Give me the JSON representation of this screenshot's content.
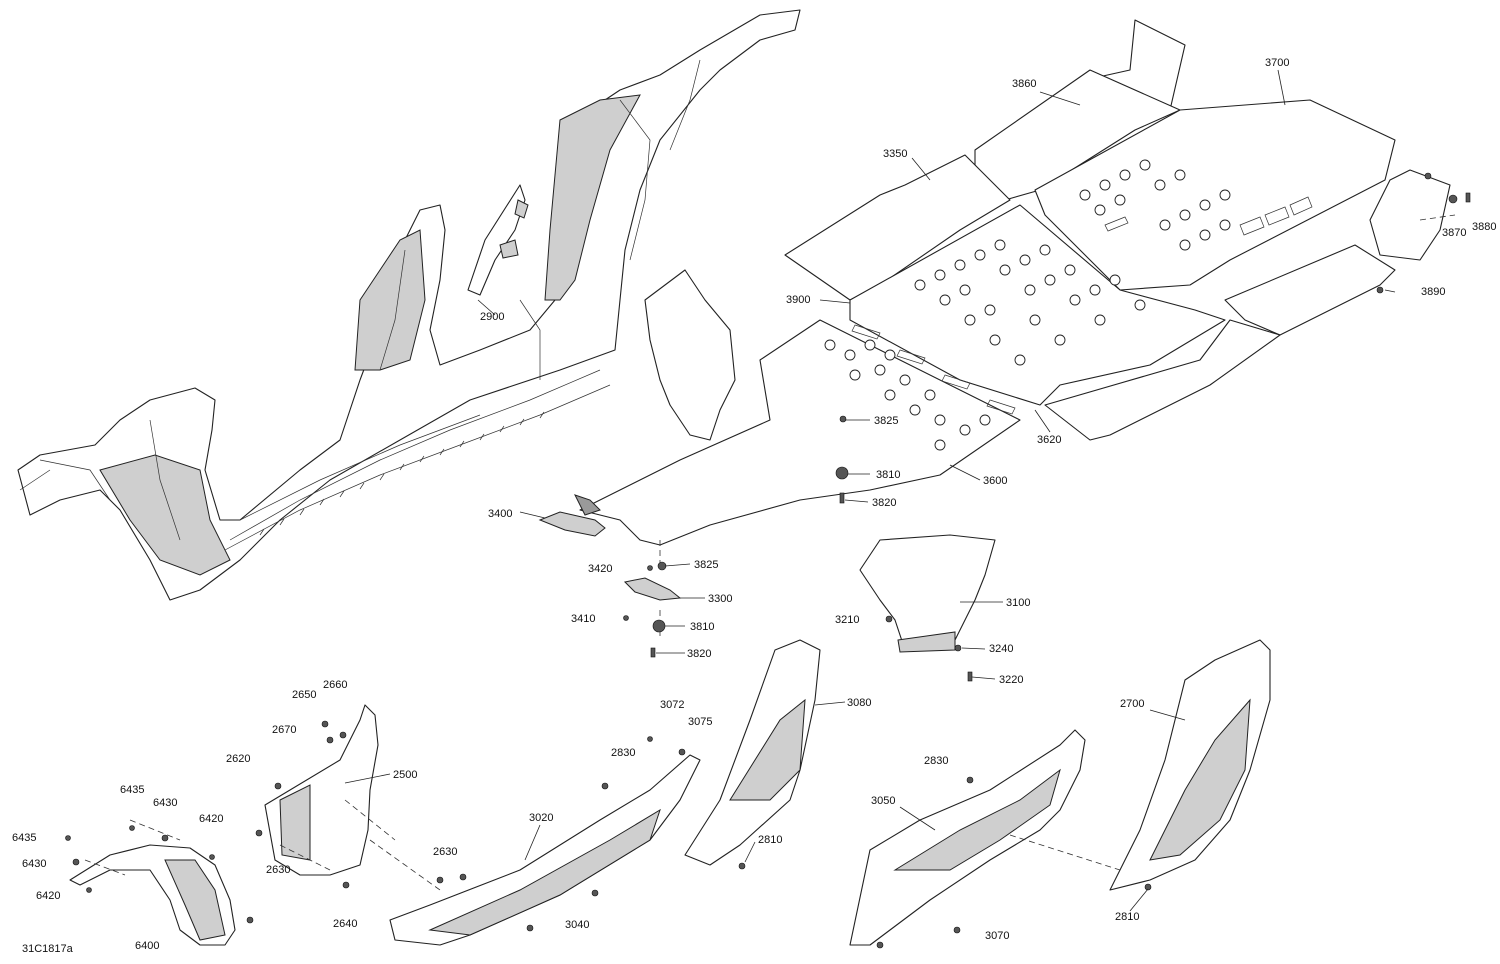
{
  "figure_id": "31C1817a",
  "callouts": [
    "3860",
    "3700",
    "3350",
    "3870",
    "3880",
    "2900",
    "3900",
    "3890",
    "3825",
    "3620",
    "3810",
    "3600",
    "3820",
    "3400",
    "3420",
    "3825",
    "3300",
    "3410",
    "3810",
    "3820",
    "3100",
    "3210",
    "3240",
    "3220",
    "2650",
    "2660",
    "3080",
    "3072",
    "3075",
    "2670",
    "2700",
    "2620",
    "2500",
    "2830",
    "2830",
    "3050",
    "6435",
    "6430",
    "6420",
    "3020",
    "6435",
    "2630",
    "2810",
    "6430",
    "2630",
    "6420",
    "2640",
    "3040",
    "2810",
    "3070",
    "6400"
  ]
}
